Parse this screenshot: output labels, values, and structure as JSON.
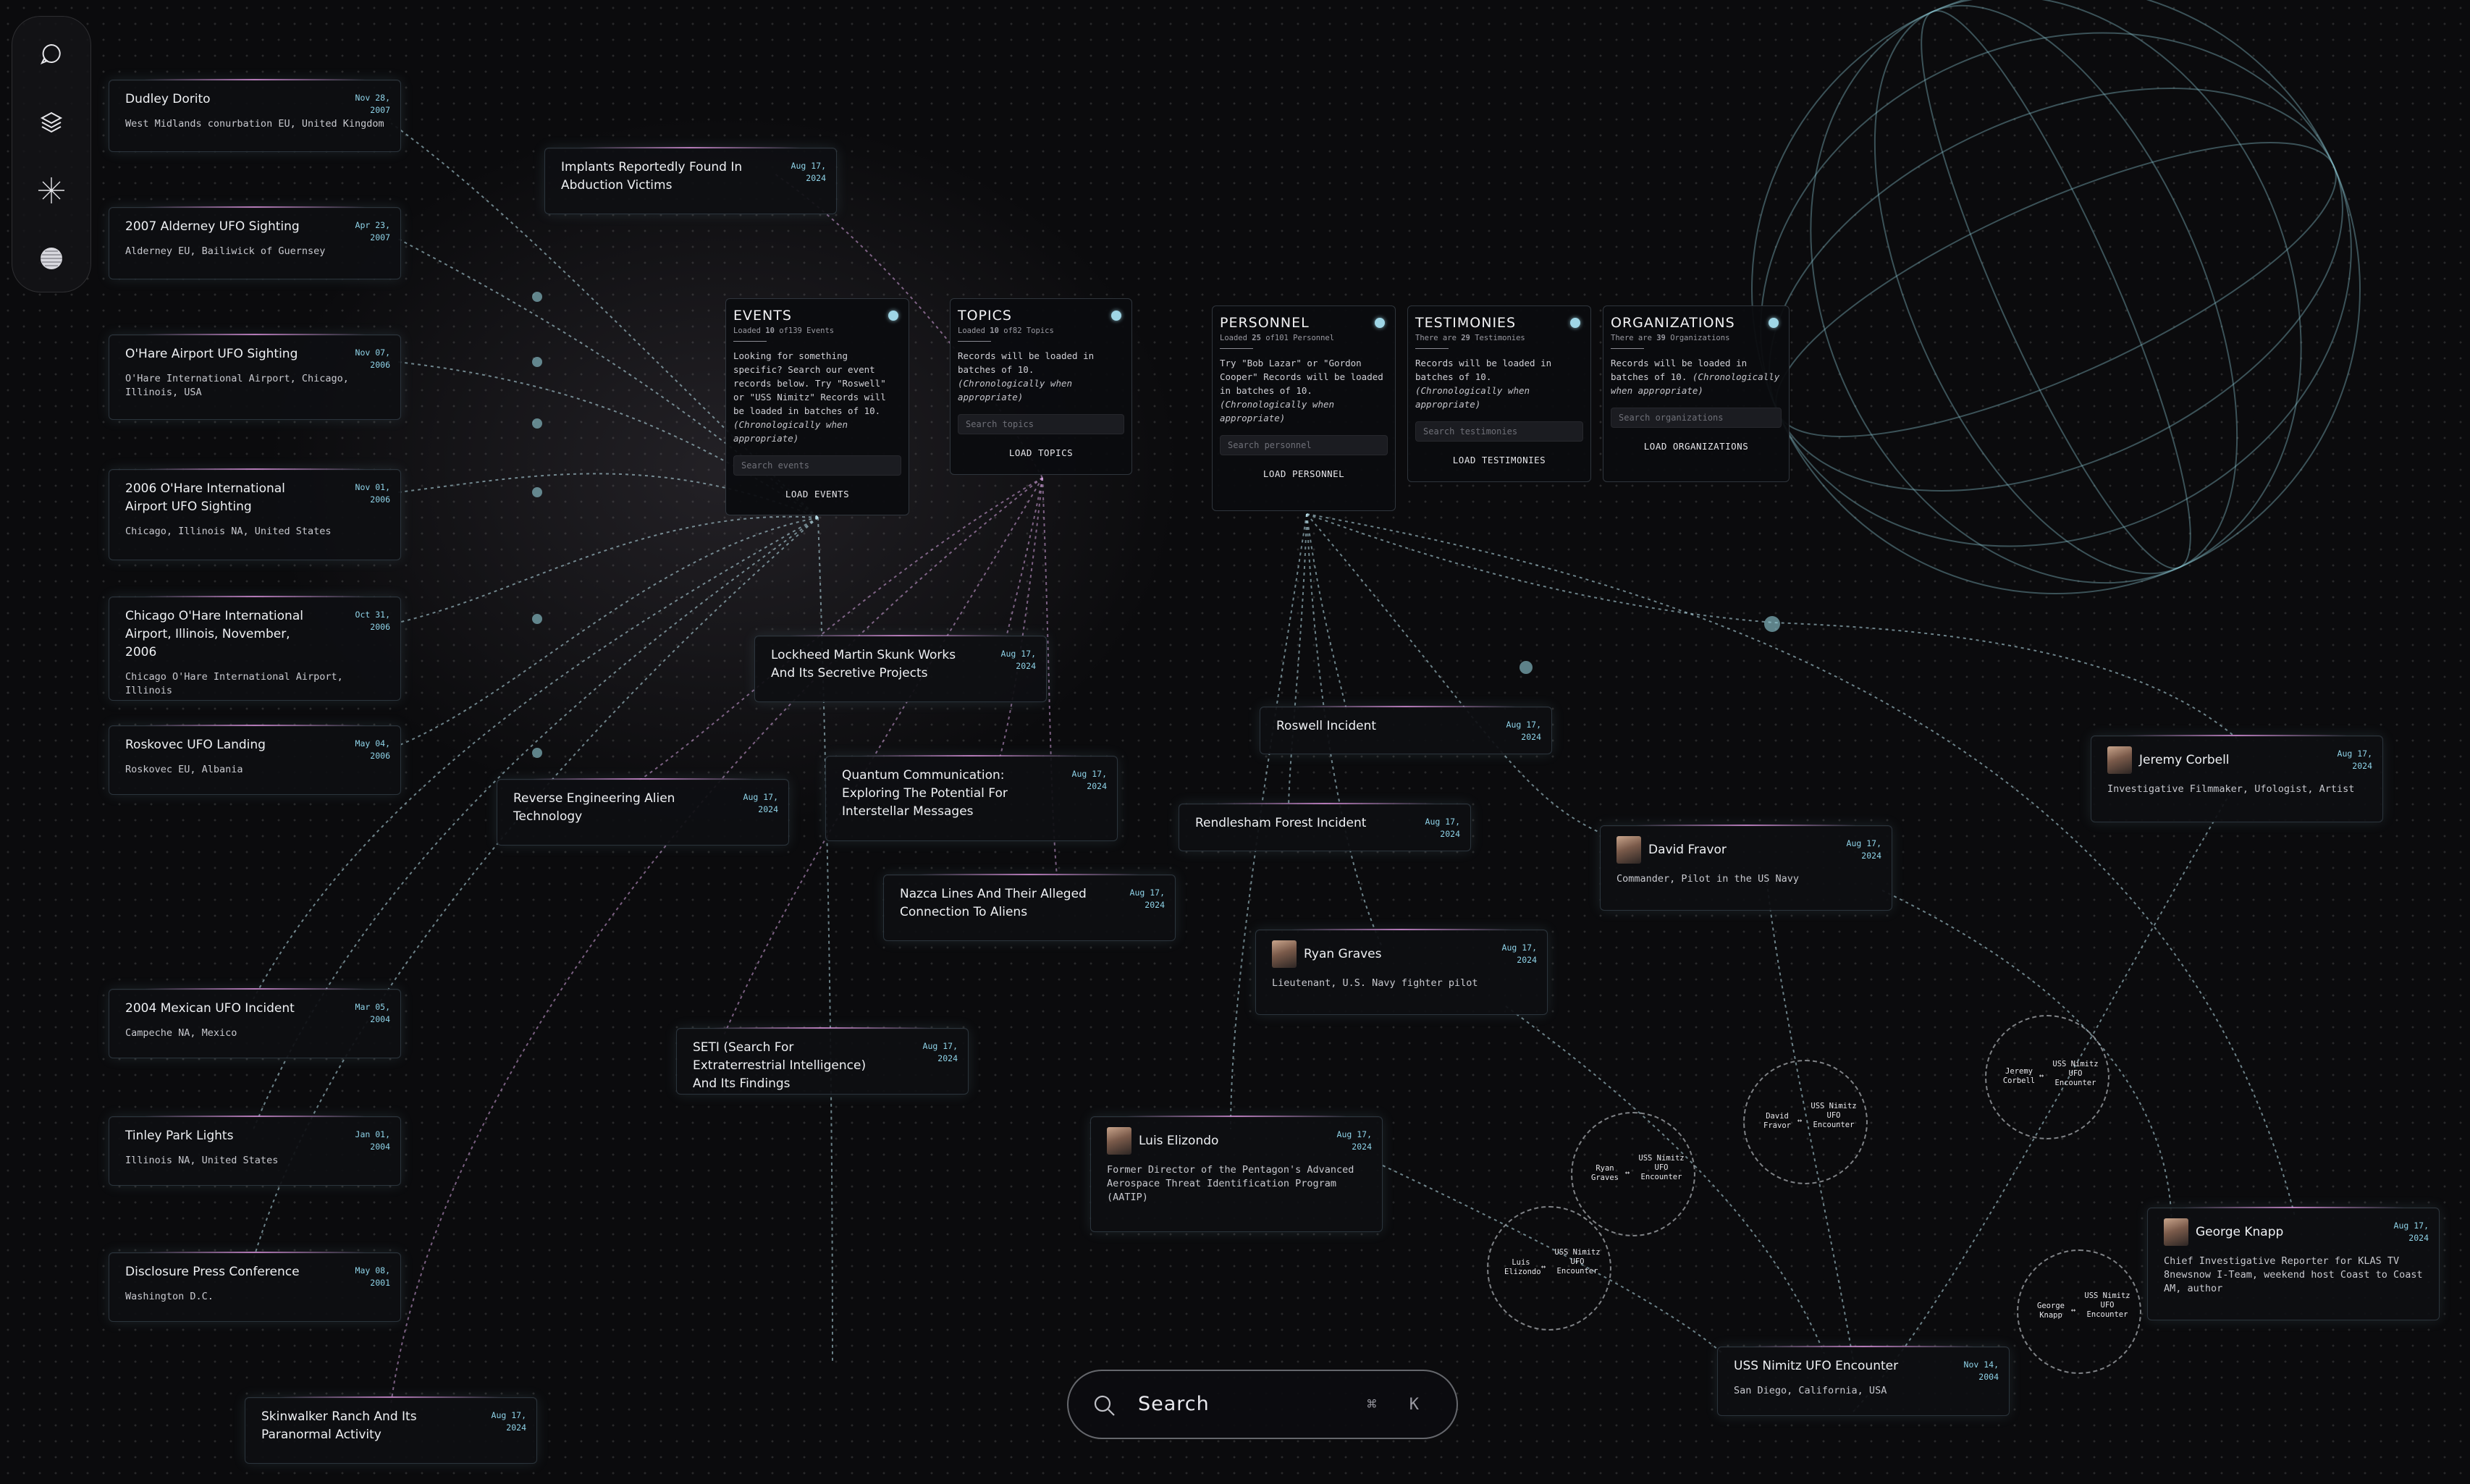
{
  "toolbar": {
    "items": [
      {
        "icon": "chat-bubble-icon"
      },
      {
        "icon": "layers-icon"
      },
      {
        "icon": "sparkle-icon"
      },
      {
        "icon": "globe-icon"
      }
    ]
  },
  "events": [
    {
      "title": "Dudley Dorito",
      "date": "Nov 28, 2007",
      "sub": "West Midlands conurbation EU, United Kingdom"
    },
    {
      "title": "2007 Alderney UFO Sighting",
      "date": "Apr 23, 2007",
      "sub": "Alderney EU, Bailiwick of Guernsey"
    },
    {
      "title": "O'Hare Airport UFO Sighting",
      "date": "Nov 07, 2006",
      "sub": "O'Hare International Airport, Chicago, Illinois, USA"
    },
    {
      "title": "2006 O'Hare International Airport UFO Sighting",
      "date": "Nov 01, 2006",
      "sub": "Chicago, Illinois NA, United States"
    },
    {
      "title": "Chicago O'Hare International Airport, Illinois, November, 2006",
      "date": "Oct 31, 2006",
      "sub": "Chicago O'Hare International Airport, Illinois"
    },
    {
      "title": "Roskovec UFO Landing",
      "date": "May 04, 2006",
      "sub": "Roskovec EU, Albania"
    },
    {
      "title": "2004 Mexican UFO Incident",
      "date": "Mar 05, 2004",
      "sub": "Campeche NA, Mexico"
    },
    {
      "title": "Tinley Park Lights",
      "date": "Jan 01, 2004",
      "sub": "Illinois NA, United States"
    },
    {
      "title": "Disclosure Press Conference",
      "date": "May 08, 2001",
      "sub": "Washington D.C."
    },
    {
      "title": "Roswell Incident",
      "date": "Aug 17, 2024",
      "sub": ""
    },
    {
      "title": "Rendlesham Forest Incident",
      "date": "Aug 17, 2024",
      "sub": ""
    },
    {
      "title": "USS Nimitz UFO Encounter",
      "date": "Nov 14, 2004",
      "sub": "San Diego, California, USA"
    }
  ],
  "topics": [
    {
      "title": "Implants Reportedly Found In Abduction Victims",
      "date": "Aug 17, 2024"
    },
    {
      "title": "Lockheed Martin Skunk Works And Its Secretive Projects",
      "date": "Aug 17, 2024"
    },
    {
      "title": "Reverse Engineering Alien Technology",
      "date": "Aug 17, 2024"
    },
    {
      "title": "Quantum Communication: Exploring The Potential For Interstellar Messages",
      "date": "Aug 17, 2024"
    },
    {
      "title": "Nazca Lines And Their Alleged Connection To Aliens",
      "date": "Aug 17, 2024"
    },
    {
      "title": "SETI (Search For Extraterrestrial Intelligence) And Its Findings",
      "date": "Aug 17, 2024"
    },
    {
      "title": "Skinwalker Ranch And Its Paranormal Activity",
      "date": "Aug 17, 2024"
    }
  ],
  "people": [
    {
      "name": "Jeremy Corbell",
      "date": "Aug 17, 2024",
      "sub": "Investigative Filmmaker, Ufologist, Artist"
    },
    {
      "name": "David Fravor",
      "date": "Aug 17, 2024",
      "sub": "Commander, Pilot in the US Navy"
    },
    {
      "name": "Ryan Graves",
      "date": "Aug 17, 2024",
      "sub": "Lieutenant, U.S. Navy fighter pilot"
    },
    {
      "name": "Luis Elizondo",
      "date": "Aug 17, 2024",
      "sub": "Former Director of the Pentagon's Advanced Aerospace Threat Identification Program (AATIP)"
    },
    {
      "name": "George Knapp",
      "date": "Aug 17, 2024",
      "sub": "Chief Investigative Reporter for KLAS TV 8newsnow I-Team, weekend host Coast to Coast AM, author"
    }
  ],
  "panels": {
    "events": {
      "heading": "EVENTS",
      "count_pre": "Loaded",
      "count_num": "10",
      "count_post": "of139 Events",
      "desc": "Looking for something specific? Search our event records below. Try \"Roswell\" or \"USS Nimitz\" Records will be loaded in batches of 10.",
      "desc_italic": "(Chronologically when appropriate)",
      "placeholder": "Search events",
      "button": "LOAD EVENTS"
    },
    "topics": {
      "heading": "TOPICS",
      "count_pre": "Loaded",
      "count_num": "10",
      "count_post": "of82 Topics",
      "desc": "Records will be loaded in batches of 10.",
      "desc_italic": "(Chronologically when appropriate)",
      "placeholder": "Search topics",
      "button": "LOAD TOPICS"
    },
    "personnel": {
      "heading": "PERSONNEL",
      "count_pre": "Loaded",
      "count_num": "25",
      "count_post": "of101 Personnel",
      "desc": "Try \"Bob Lazar\" or \"Gordon Cooper\" Records will be loaded in batches of 10.",
      "desc_italic": "(Chronologically when appropriate)",
      "placeholder": "Search personnel",
      "button": "LOAD PERSONNEL"
    },
    "testimonies": {
      "heading": "TESTIMONIES",
      "count_pre": "There are",
      "count_num": "29",
      "count_post": "Testimonies",
      "desc": "Records will be loaded in batches of 10.",
      "desc_italic": "(Chronologically when appropriate)",
      "placeholder": "Search testimonies",
      "button": "LOAD TESTIMONIES"
    },
    "organizations": {
      "heading": "ORGANIZATIONS",
      "count_pre": "There are",
      "count_num": "39",
      "count_post": "Organizations",
      "desc": "Records will be loaded in batches of 10.",
      "desc_italic": "(Chronologically when appropriate)",
      "placeholder": "Search organizations",
      "button": "LOAD ORGANIZATIONS"
    }
  },
  "testimony_nodes": [
    {
      "from": "Jeremy Corbell",
      "arrow": "↔",
      "to": "USS Nimitz UFO Encounter"
    },
    {
      "from": "David Fravor",
      "arrow": "↔",
      "to": "USS Nimitz UFO Encounter"
    },
    {
      "from": "Ryan Graves",
      "arrow": "↔",
      "to": "USS Nimitz UFO Encounter"
    },
    {
      "from": "Luis Elizondo",
      "arrow": "↔",
      "to": "USS Nimitz UFO Encounter"
    },
    {
      "from": "George Knapp",
      "arrow": "↔",
      "to": "USS Nimitz UFO Encounter"
    }
  ],
  "search": {
    "label": "Search",
    "shortcut": "⌘ K"
  },
  "colors": {
    "accent": "#8fd3e8",
    "link_cyan": "#9fd6e6",
    "link_pink": "#d8a3e0",
    "glow_pink": "#e696e6",
    "background": "#0b0b0d"
  }
}
